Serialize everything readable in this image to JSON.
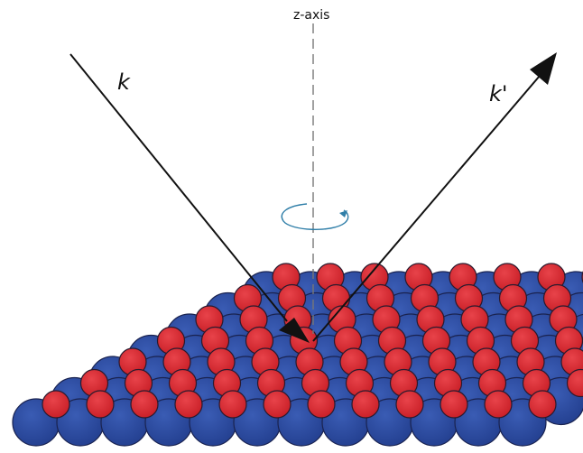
{
  "diagram": {
    "axis_label": "z-axis",
    "incident_label": "k",
    "scattered_label": "k'",
    "colors": {
      "top_layer": "#d9262e",
      "top_layer_edge": "#2a1a2e",
      "bottom_layer": "#2b4a9e",
      "bottom_layer_edge": "#1a2350",
      "arrow": "#111111",
      "axis_line": "#777777",
      "rotation_arrow": "#2f7ea8",
      "background": "#ffffff"
    },
    "icons": {
      "rotation": "rotation-arrow-icon",
      "arrowhead": "filled-triangle-arrowhead"
    }
  }
}
